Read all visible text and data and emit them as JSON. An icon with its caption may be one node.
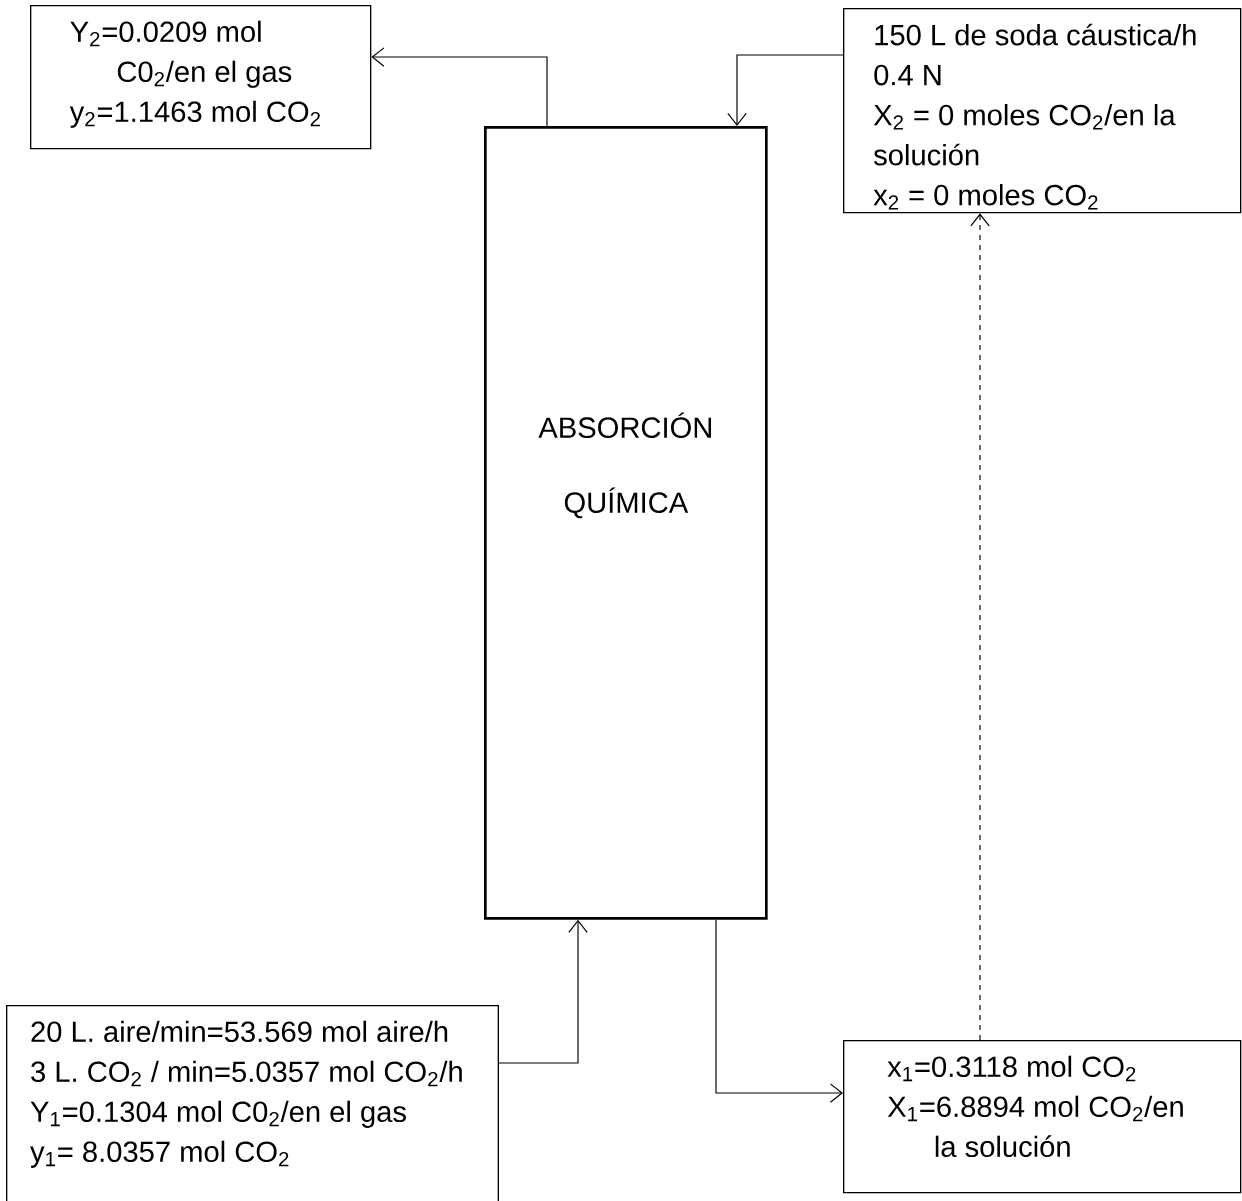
{
  "diagram": {
    "nodes": [
      {
        "text": [
          "Y$_{2}$=0.0209 mol C0$_{2}$/en el gas",
          "y$_{2}$=1.1463 mol CO$_{2}$"
        ]
      },
      {
        "text": [
          "150 L de soda cáustica/h",
          "0.4 N",
          "X$_{2}$ = 0 moles CO$_{2}$/en la solución",
          "x$_{2}$ = 0 moles CO$_{2}$"
        ]
      },
      {
        "text": [
          "ABSORCIÓN QUÍMICA"
        ]
      },
      {
        "text": [
          "20 L. aire/min=53.569 mol aire/h",
          "3 L. CO$_{2}$ / min=5.0357 mol CO$_{2}$/h",
          "Y$_{1}$=0.1304 mol C0$_{2}$/en el gas",
          "y$_{1}$= 8.0357 mol CO$_{2}$"
        ]
      },
      {
        "text": [
          "x$_{1}$=0.3118 mol CO$_{2}$",
          "X$_{1}$=6.8894 mol CO$_{2}$/en la solución"
        ]
      }
    ],
    "edges": [
      {
        "from": 2,
        "to": 0,
        "arrow": "to"
      },
      {
        "from": 1,
        "to": 2,
        "arrow": "to"
      },
      {
        "from": 3,
        "to": 2,
        "arrow": "to"
      },
      {
        "from": 2,
        "to": 4,
        "arrow": "to"
      },
      {
        "from": 4,
        "to": 1,
        "arrow": "to",
        "style": "dashed"
      }
    ]
  }
}
